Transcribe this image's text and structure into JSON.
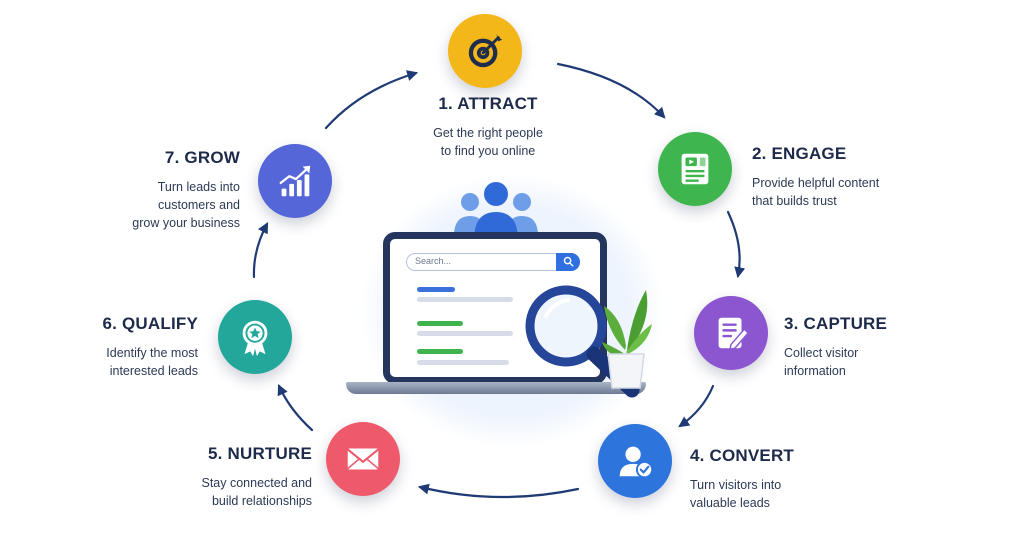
{
  "stages": [
    {
      "title": "1. ATTRACT",
      "desc": [
        "Get the right people",
        "to find you online"
      ],
      "color": "#f4b71a",
      "icon": "target-icon"
    },
    {
      "title": "2. ENGAGE",
      "desc": [
        "Provide helpful content",
        "that builds trust"
      ],
      "color": "#3fb54d",
      "icon": "content-icon"
    },
    {
      "title": "3. CAPTURE",
      "desc": [
        "Collect visitor",
        "information"
      ],
      "color": "#8b56cf",
      "icon": "form-icon"
    },
    {
      "title": "4. CONVERT",
      "desc": [
        "Turn visitors into",
        "valuable leads"
      ],
      "color": "#2e74dd",
      "icon": "user-check-icon"
    },
    {
      "title": "5. NURTURE",
      "desc": [
        "Stay connected and",
        "build relationships"
      ],
      "color": "#ee5a6b",
      "icon": "envelope-icon"
    },
    {
      "title": "6. QUALIFY",
      "desc": [
        "Identify the most",
        "interested leads"
      ],
      "color": "#23a79a",
      "icon": "award-badge-icon"
    },
    {
      "title": "7. GROW",
      "desc": [
        "Turn leads into",
        "customers and",
        "grow your business"
      ],
      "color": "#5466d8",
      "icon": "growth-chart-icon"
    }
  ],
  "center": {
    "search_placeholder": "Search...",
    "icons": [
      "audience-icon",
      "laptop-icon",
      "magnifier-icon",
      "plant-icon"
    ]
  }
}
